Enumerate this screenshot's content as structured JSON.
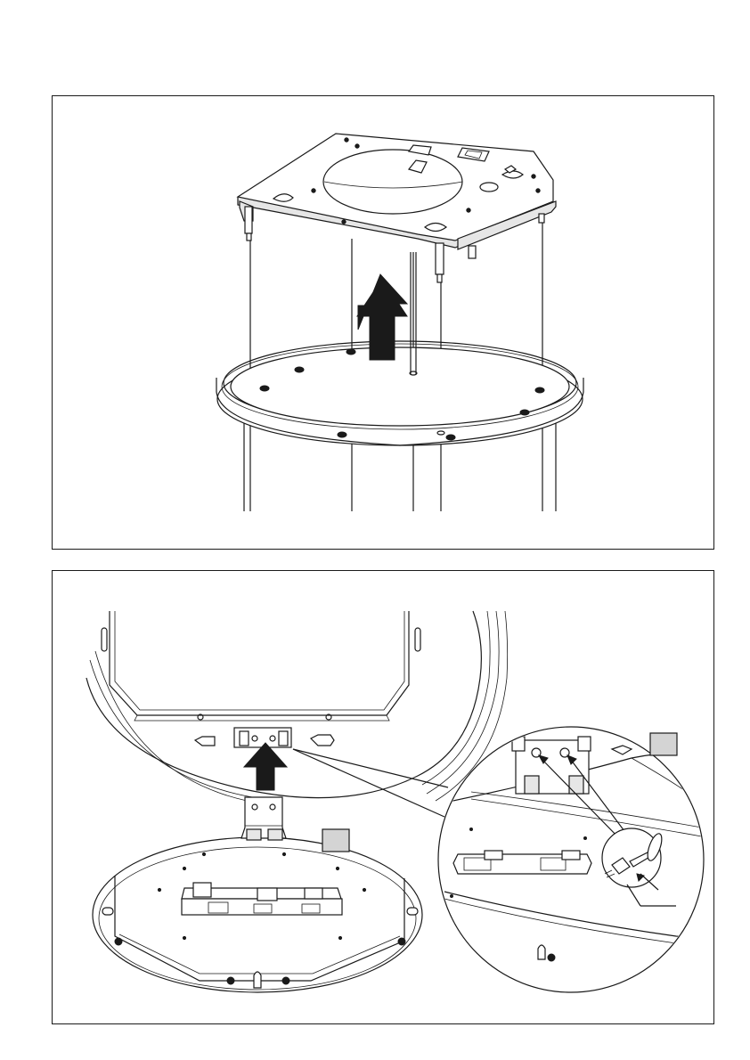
{
  "page": {
    "background": "#ffffff",
    "line_color": "#1a1a1a",
    "callout_fill": "#d4d4d4"
  },
  "figures": [
    {
      "id": "figure-1",
      "subject": "mounting-plate-lifted-from-ring",
      "arrow_direction": "up"
    },
    {
      "id": "figure-2",
      "subject": "bracket-attachment-with-detail-zoom",
      "arrow_direction": "up",
      "callout_boxes": 2
    }
  ]
}
